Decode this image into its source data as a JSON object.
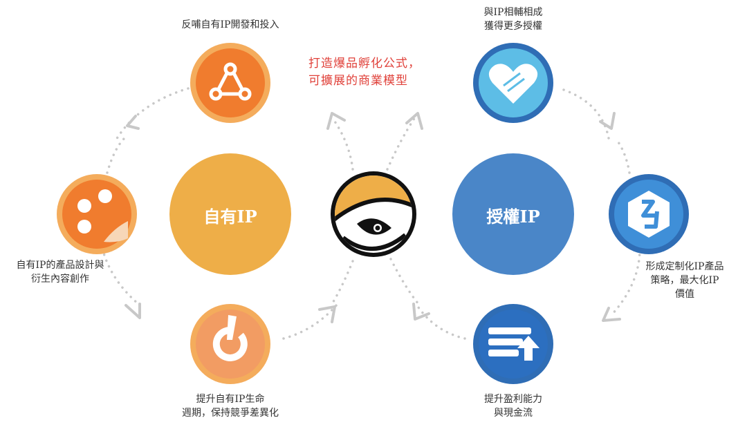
{
  "headline": {
    "line1": "打造爆品孵化公式，",
    "line2": "可擴展的商業模型",
    "color": "#e0413a"
  },
  "left_cycle": {
    "center_label": "自有IP",
    "center_color": "#eeae48",
    "nodes": [
      {
        "icon": "chain-link-icon",
        "lines": [
          "反哺自有IP開發和投入"
        ]
      },
      {
        "icon": "dots-card-icon",
        "lines": [
          "自有IP的產品設計與",
          "衍生內容創作"
        ]
      },
      {
        "icon": "timer-dial-icon",
        "lines": [
          "提升自有IP生命",
          "週期，保持競爭差異化"
        ]
      }
    ],
    "colors": {
      "ring": "#f4ac5c",
      "fill_dark": "#f07c2e",
      "fill_light": "#f29c63"
    }
  },
  "right_cycle": {
    "center_label": "授權IP",
    "center_color": "#4a86c8",
    "nodes": [
      {
        "icon": "handshake-heart-icon",
        "lines": [
          "與IP相輔相成",
          "獲得更多授權"
        ]
      },
      {
        "icon": "hexagon-s-icon",
        "lines": [
          "形成定制化IP產品",
          "策略，最大化IP",
          "價值"
        ]
      },
      {
        "icon": "stack-upload-icon",
        "lines": [
          "提升盈利能力",
          "與現金流"
        ]
      }
    ],
    "colors": {
      "ring": "#2f6db5",
      "fill_light": "#5dbde6",
      "fill_mid": "#3f8fd8",
      "fill_dark": "#2c6fc0"
    }
  },
  "center_logo": {
    "icon": "eye-ball-logo-icon",
    "colors": {
      "top": "#eeae48",
      "outline": "#111111"
    }
  },
  "connector_color": "#c8c8c8"
}
